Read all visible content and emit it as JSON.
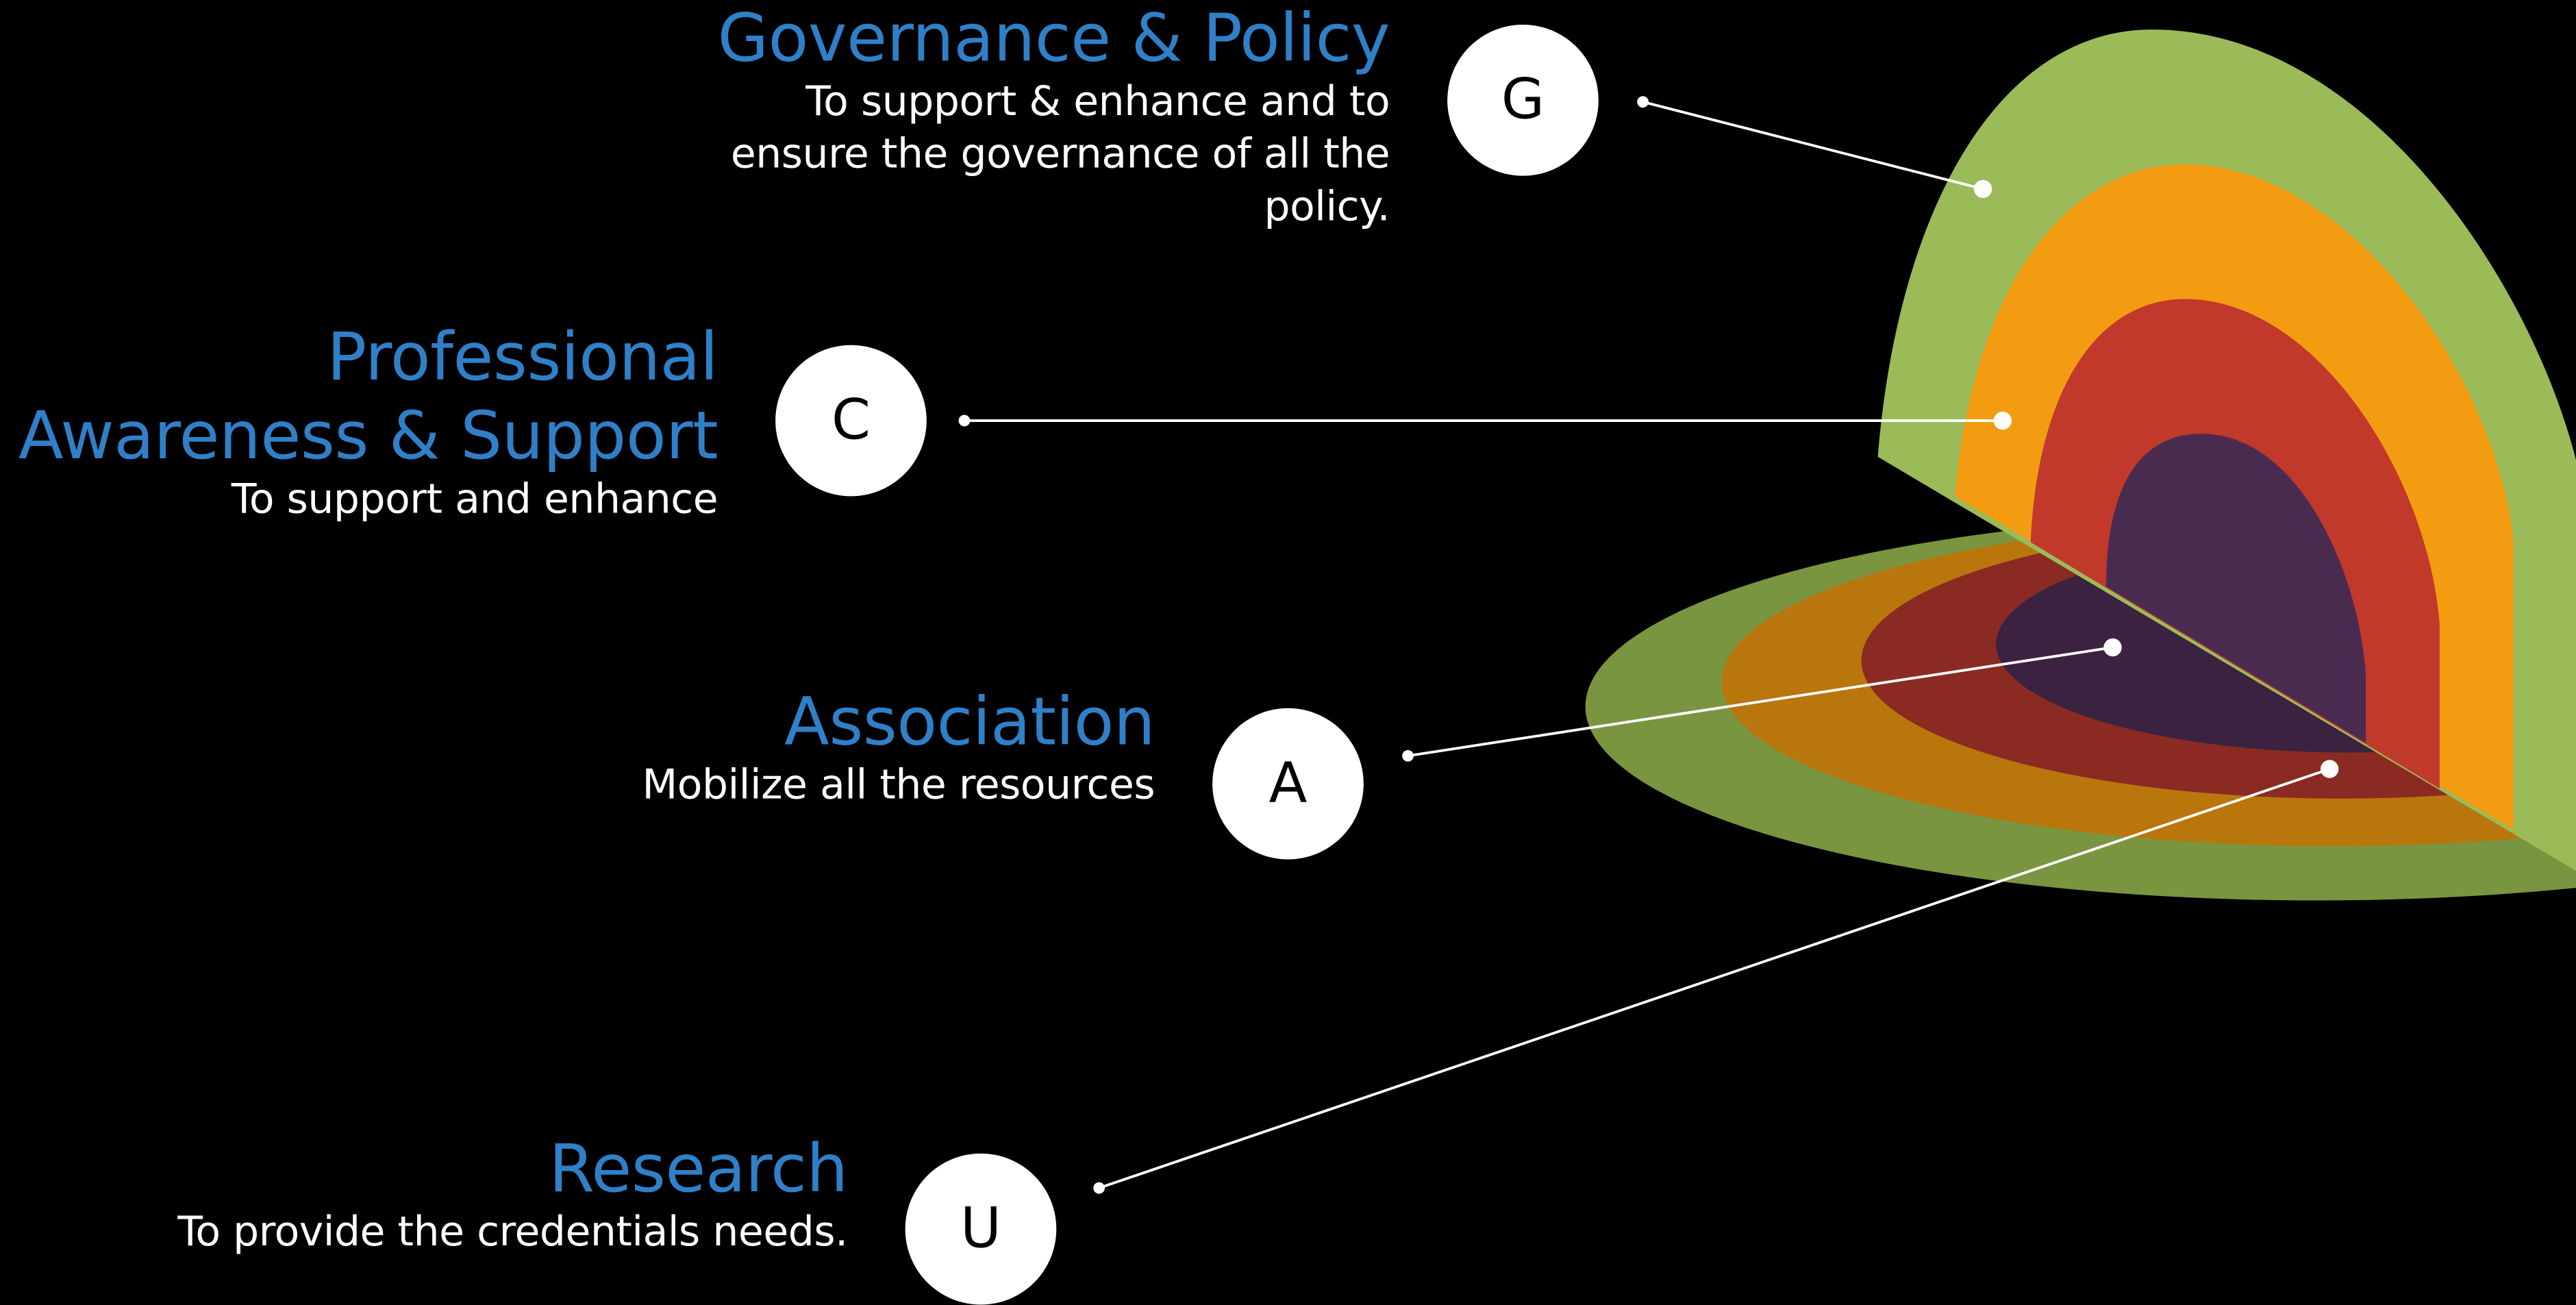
{
  "colors": {
    "background": "#000000",
    "title_blue": "#2f80c8",
    "text_white": "#ffffff",
    "layer_green": "#9bbb59",
    "layer_orange": "#f39c12",
    "layer_red": "#c0392b",
    "layer_purple": "#4a2b50"
  },
  "items": [
    {
      "key": "governance",
      "letter": "G",
      "title": "Governance & Policy",
      "description": "To support & enhance and to ensure the governance of all the policy."
    },
    {
      "key": "professional",
      "letter": "C",
      "title": "Professional Awareness & Support",
      "description": "To support and enhance"
    },
    {
      "key": "association",
      "letter": "A",
      "title": "Association",
      "description": "Mobilize all the resources"
    },
    {
      "key": "research",
      "letter": "U",
      "title": "Research",
      "description": "To provide the credentials needs."
    }
  ]
}
